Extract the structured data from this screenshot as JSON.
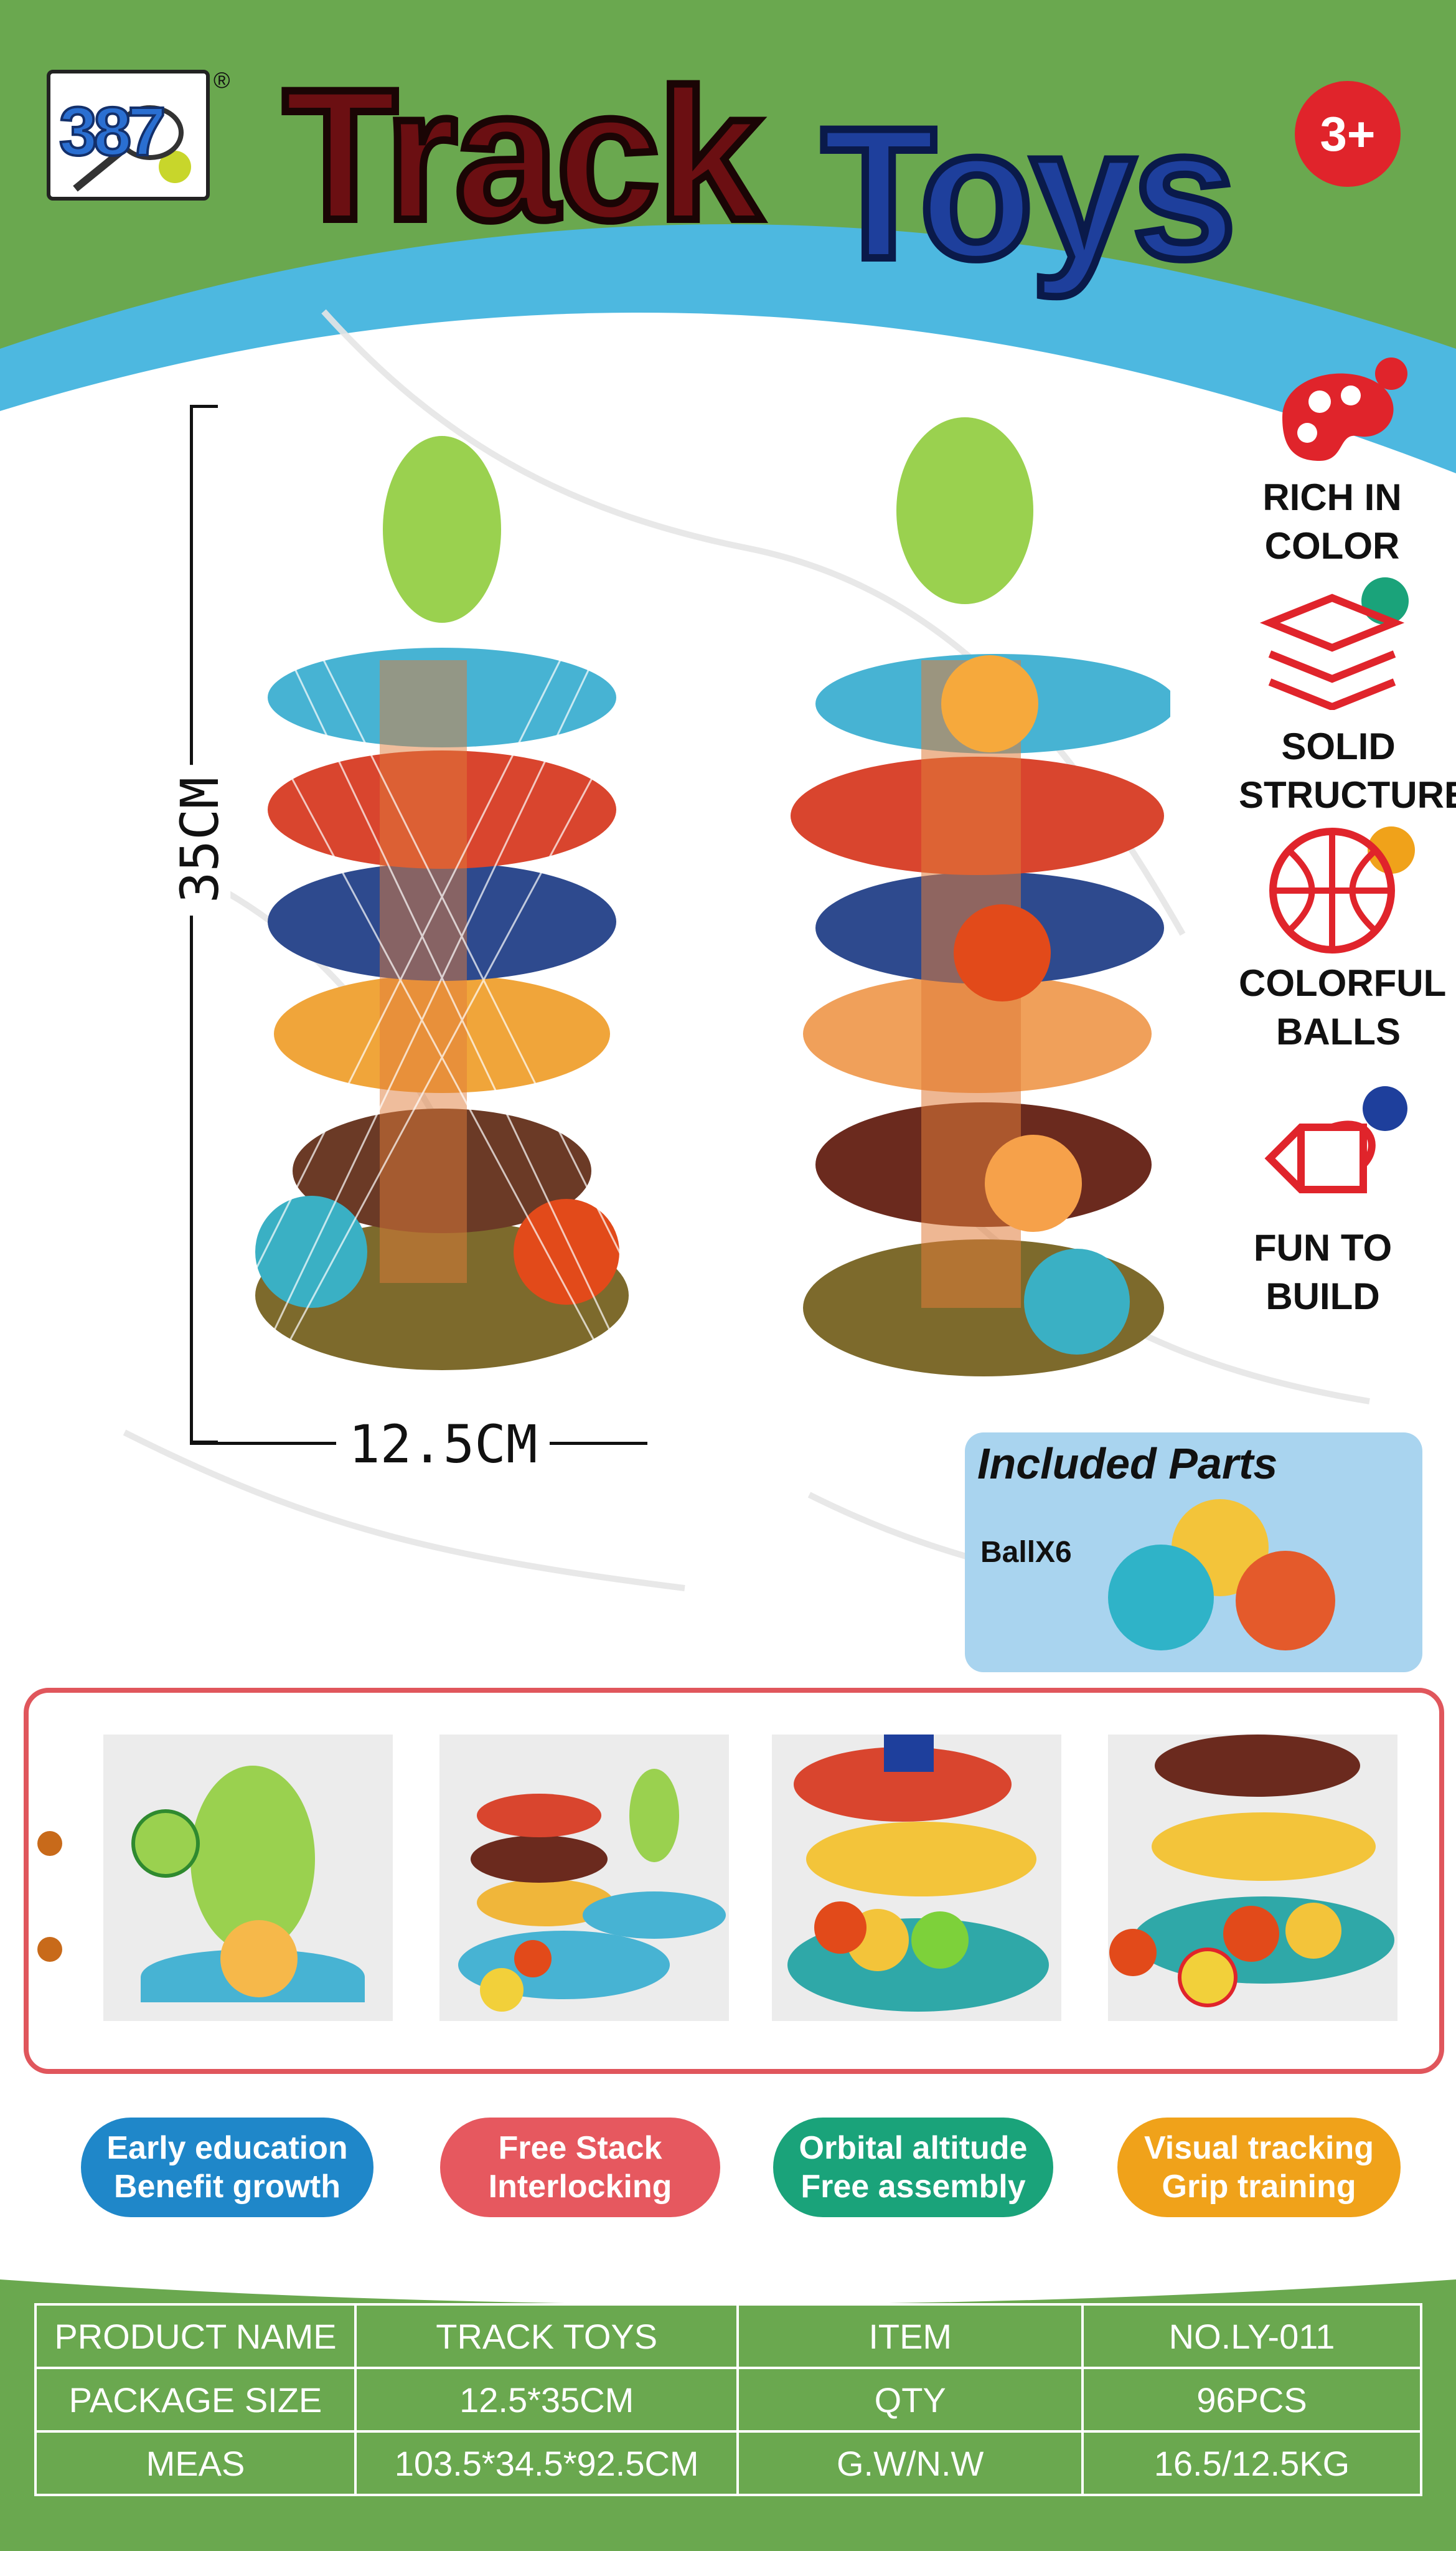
{
  "brand": {
    "logo_text": "387",
    "registered": "®"
  },
  "header": {
    "title_word1": "Track",
    "title_word2": "Toys",
    "age_badge": "3+"
  },
  "dimensions": {
    "height": "35CM",
    "width": "12.5CM"
  },
  "features": [
    {
      "label_line1": "RICH IN",
      "label_line2": "COLOR",
      "icon": "palette-icon"
    },
    {
      "label_line1": "SOLID",
      "label_line2": "STRUCTURE",
      "icon": "layers-icon"
    },
    {
      "label_line1": "COLORFUL",
      "label_line2": "BALLS",
      "icon": "basketball-icon"
    },
    {
      "label_line1": "FUN TO",
      "label_line2": "BUILD",
      "icon": "blocks-icon"
    }
  ],
  "included_parts": {
    "title": "Included Parts",
    "item": "BallX6"
  },
  "benefits": [
    {
      "line1": "Early education",
      "line2": "Benefit growth",
      "color": "#1f87c9"
    },
    {
      "line1": "Free Stack",
      "line2": "Interlocking",
      "color": "#e6585f"
    },
    {
      "line1": "Orbital altitude",
      "line2": "Free assembly",
      "color": "#1aa37a"
    },
    {
      "line1": "Visual tracking",
      "line2": "Grip training",
      "color": "#f0a21a"
    }
  ],
  "spec_table": {
    "rows": [
      [
        "PRODUCT NAME",
        "TRACK TOYS",
        "ITEM",
        "NO.LY-011"
      ],
      [
        "PACKAGE SIZE",
        "12.5*35CM",
        "QTY",
        "96PCS"
      ],
      [
        "MEAS",
        "103.5*34.5*92.5CM",
        "G.W/N.W",
        "16.5/12.5KG"
      ]
    ]
  },
  "colors": {
    "background_green": "#6aa84f",
    "arc_blue": "#4db8e0",
    "frame_red": "#e0565c",
    "parts_panel": "#a9d4ef"
  }
}
